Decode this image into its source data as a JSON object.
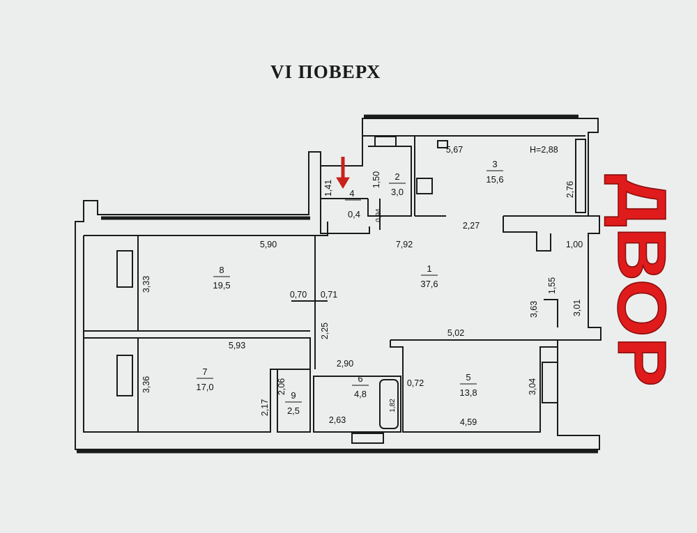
{
  "plan": {
    "title": "VI ПОВЕРХ",
    "height_note": "H=2,88",
    "yard_label": "ДВОР",
    "accent_color": "#e01b1b",
    "wall_color": "#1a1a1a",
    "rooms": [
      {
        "number": "1",
        "area": "37,6"
      },
      {
        "number": "2",
        "area": "3,0"
      },
      {
        "number": "3",
        "area": "15,6"
      },
      {
        "number": "4",
        "area": "0,4"
      },
      {
        "number": "5",
        "area": "13,8"
      },
      {
        "number": "6",
        "area": "4,8"
      },
      {
        "number": "7",
        "area": "17,0"
      },
      {
        "number": "8",
        "area": "19,5"
      },
      {
        "number": "9",
        "area": "2,5"
      }
    ],
    "dimensions": {
      "d_5_67": "5,67",
      "d_2_76": "2,76",
      "d_2_27": "2,27",
      "d_1_00": "1,00",
      "d_1_55": "1,55",
      "d_3_01": "3,01",
      "d_3_63": "3,63",
      "d_5_02": "5,02",
      "d_7_92": "7,92",
      "d_1_41": "1,41",
      "d_1_50": "1,50",
      "d_0_94": "0,94",
      "d_5_90": "5,90",
      "d_3_33": "3,33",
      "d_0_70": "0,70",
      "d_0_71": "0,71",
      "d_2_25": "2,25",
      "d_5_93": "5,93",
      "d_3_36": "3,36",
      "d_2_90": "2,90",
      "d_2_06": "2,06",
      "d_2_17": "2,17",
      "d_2_63": "2,63",
      "d_1_82": "1,82",
      "d_0_72": "0,72",
      "d_3_04": "3,04",
      "d_4_59": "4,59"
    }
  }
}
